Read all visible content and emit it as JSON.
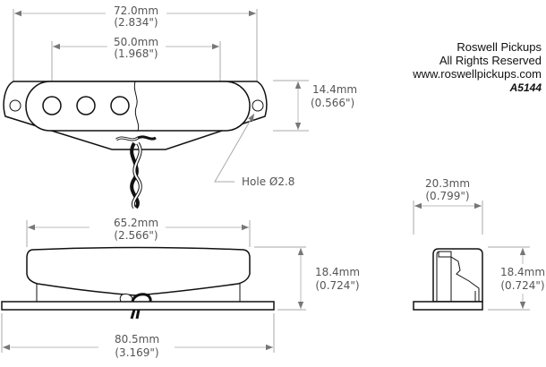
{
  "company": {
    "name": "Roswell Pickups",
    "rights": "All Rights Reserved",
    "website": "www.roswellpickups.com",
    "model": "A5144"
  },
  "top_view": {
    "overall_length": {
      "mm": "72.0mm",
      "inch": "(2.834\")"
    },
    "pole_span": {
      "mm": "50.0mm",
      "inch": "(1.968\")"
    },
    "width": {
      "mm": "14.4mm",
      "inch": "(0.566\")"
    },
    "hole_label": "Hole Ø2.8"
  },
  "side_view": {
    "cover_length": {
      "mm": "65.2mm",
      "inch": "(2.566\")"
    },
    "height": {
      "mm": "18.4mm",
      "inch": "(0.724\")"
    },
    "base_length": {
      "mm": "80.5mm",
      "inch": "(3.169\")"
    }
  },
  "end_view": {
    "width": {
      "mm": "20.3mm",
      "inch": "(0.799\")"
    },
    "height": {
      "mm": "18.4mm",
      "inch": "(0.724\")"
    }
  }
}
